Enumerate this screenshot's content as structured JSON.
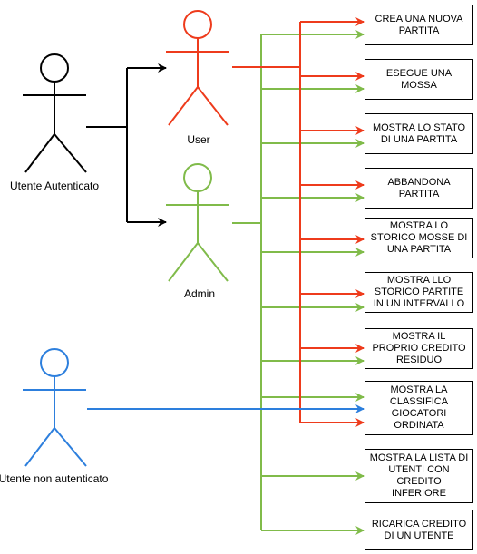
{
  "actors": {
    "authenticated": "Utente Autenticato",
    "user": "User",
    "admin": "Admin",
    "anonymous": "Utente non autenticato"
  },
  "use_cases": [
    "CREA UNA NUOVA PARTITA",
    "ESEGUE UNA MOSSA",
    "MOSTRA LO STATO DI UNA PARTITA",
    "ABBANDONA PARTITA",
    "MOSTRA LO STORICO MOSSE DI UNA PARTITA",
    "MOSTRA LLO STORICO PARTITE IN UN INTERVALLO",
    "MOSTRA IL PROPRIO CREDITO RESIDUO",
    "MOSTRA LA CLASSIFICA GIOCATORI ORDINATA",
    "MOSTRA LA LISTA DI UTENTI CON CREDITO INFERIORE",
    "RICARICA CREDITO DI UN UTENTE"
  ],
  "colors": {
    "authenticated": "#000000",
    "user": "#ee3b1c",
    "admin": "#80bb4a",
    "anonymous": "#2d7fdd"
  }
}
